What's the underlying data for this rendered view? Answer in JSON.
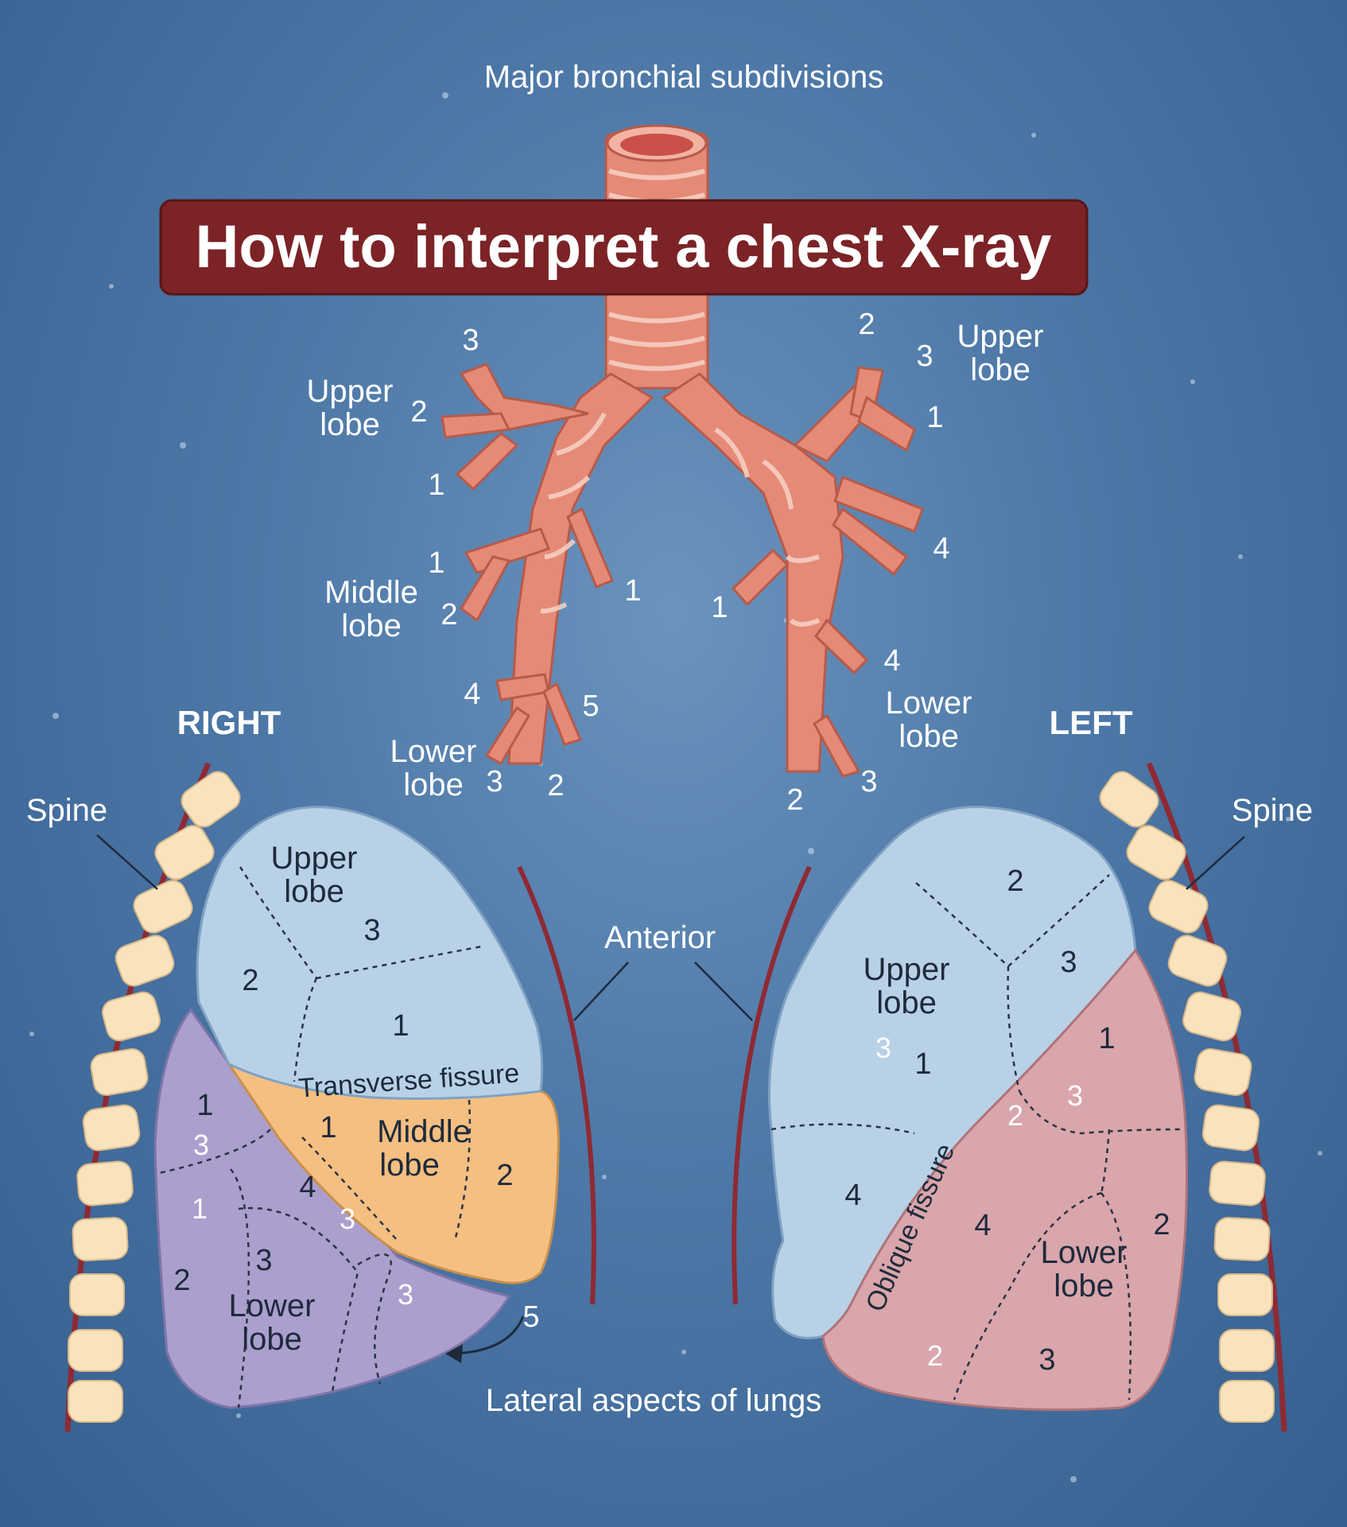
{
  "title": "How to interpret a chest X-ray",
  "bronchi": {
    "header": "Major bronchial subdivisions",
    "right_side": "RIGHT",
    "left_side": "LEFT",
    "right": {
      "upper_lobe": "Upper\nlobe",
      "middle_lobe": "Middle\nlobe",
      "lower_lobe": "Lower\nlobe",
      "numbers": [
        "3",
        "2",
        "1",
        "1",
        "2",
        "1",
        "4",
        "5",
        "3",
        "2"
      ]
    },
    "left": {
      "upper_lobe": "Upper\nlobe",
      "lower_lobe": "Lower\nlobe",
      "numbers": [
        "2",
        "3",
        "1",
        "4",
        "1",
        "4",
        "2",
        "3"
      ]
    }
  },
  "lungs": {
    "spine_right": "Spine",
    "spine_left": "Spine",
    "anterior": "Anterior",
    "caption": "Lateral aspects of lungs",
    "arrow_number": "5",
    "right": {
      "upper_lobe": "Upper\nlobe",
      "middle_lobe": "Middle\nlobe",
      "lower_lobe": "Lower\nlobe",
      "transverse_fissure": "Transverse fissure",
      "upper_numbers": [
        "3",
        "2",
        "1"
      ],
      "middle_numbers": [
        "1",
        "2"
      ],
      "lower_numbers": [
        "1",
        "3",
        "1",
        "4",
        "3",
        "2",
        "3",
        "3"
      ]
    },
    "left": {
      "upper_lobe": "Upper\nlobe",
      "lower_lobe": "Lower\nlobe",
      "oblique_fissure": "Oblique fissure",
      "upper_numbers": [
        "2",
        "3",
        "3",
        "1",
        "4"
      ],
      "lower_numbers": [
        "1",
        "3",
        "2",
        "4",
        "2",
        "2",
        "3"
      ]
    }
  },
  "colors": {
    "background": "#4c77a6",
    "title_banner": "#7b2327",
    "bronchus": "#e58a76",
    "lung_upper": "#b9d1e6",
    "right_middle": "#f4bf80",
    "right_lower": "#ab9fce",
    "left_lower": "#d9a6ab",
    "vertebra": "#f8e3bd",
    "pleura_line": "#8e2a34"
  }
}
